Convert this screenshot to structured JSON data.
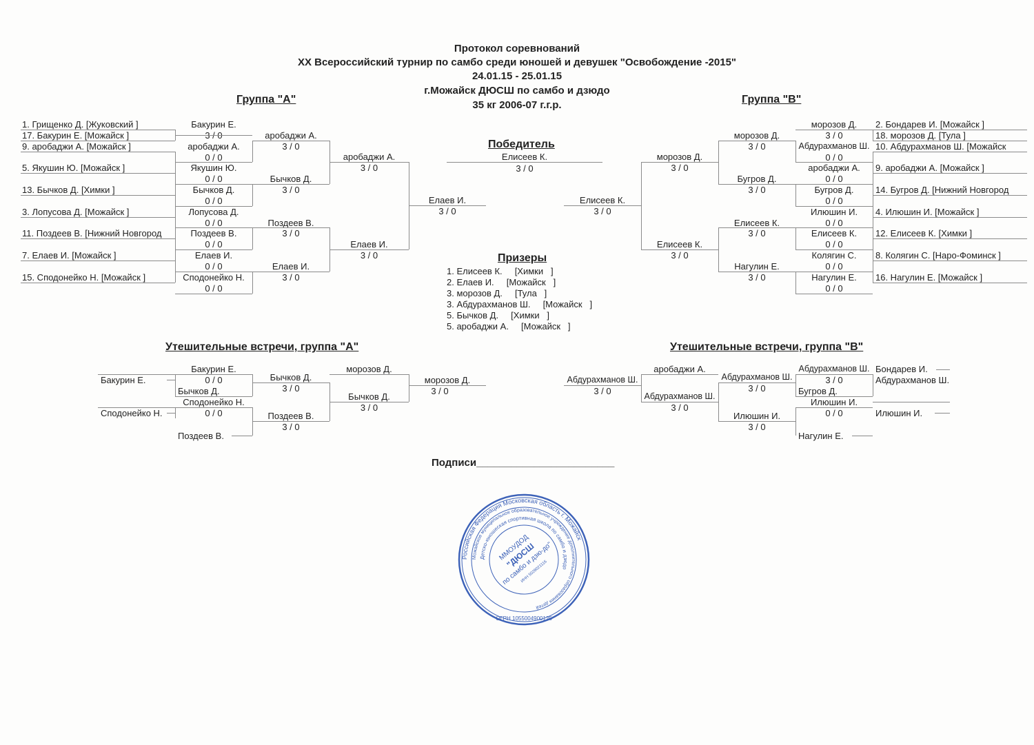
{
  "header": {
    "line1": "Протокол соревнований",
    "line2": "XX Всероссийский турнир по самбо среди юношей и девушек \"Освобождение -2015\"",
    "line3": "24.01.15 - 25.01.15",
    "line4": "г.Можайск ДЮСШ по самбо и дзюдо",
    "line5": "35 кг 2006-07 г.г.р."
  },
  "group_a": {
    "title": "Группа  \"А\"",
    "seeds": [
      "1. Грищенко Д.  [Жуковский   ]",
      "17. Бакурин Е.  [Можайск   ]",
      "9. аробаджи А.  [Можайск   ]",
      "5. Якушин Ю.  [Можайск   ]",
      "13. Бычков Д.  [Химки   ]",
      "3. Лопусова Д.  [Можайск   ]",
      "11. Поздеев В.  [Нижний Новгород",
      "7. Елаев И.  [Можайск   ]",
      "15. Сподонейко Н.  [Можайск   ]"
    ],
    "r1": [
      {
        "winner": "Бакурин Е.",
        "score": "3  /  0"
      },
      {
        "winner": "аробаджи А.",
        "score": "0  /  0"
      },
      {
        "winner": "Якушин Ю.",
        "score": "0  /  0"
      },
      {
        "winner": "Бычков Д.",
        "score": "0  /  0"
      },
      {
        "winner": "Лопусова Д.",
        "score": "0  /  0"
      },
      {
        "winner": "Поздеев В.",
        "score": "0  /  0"
      },
      {
        "winner": "Елаев И.",
        "score": "0  /  0"
      },
      {
        "winner": "Сподонейко Н.",
        "score": "0  /  0"
      }
    ],
    "r2": [
      {
        "winner": "аробаджи А.",
        "score": "3  /  0"
      },
      {
        "winner": "Бычков Д.",
        "score": "3  /  0"
      },
      {
        "winner": "Поздеев В.",
        "score": "3  /  0"
      },
      {
        "winner": "Елаев И.",
        "score": "3  /  0"
      }
    ],
    "r3": [
      {
        "winner": "аробаджи А.",
        "score": "3  /  0"
      },
      {
        "winner": "Елаев И.",
        "score": "3  /  0"
      }
    ],
    "final": {
      "winner": "Елаев И.",
      "score": "3  /  0"
    }
  },
  "group_b": {
    "title": "Группа  \"В\"",
    "seeds": [
      "2. Бондарев И.  [Можайск   ]",
      "18. морозов Д.  [Тула   ]",
      "10. Абдурахманов Ш.  [Можайск",
      "9. аробаджи А.  [Можайск   ]",
      "14. Бугров Д.  [Нижний Новгород",
      "4. Илюшин И.  [Можайск   ]",
      "12. Елисеев К.  [Химки   ]",
      "8. Колягин С.  [Наро-Фоминск   ]",
      "16. Нагулин Е.  [Можайск   ]"
    ],
    "r1": [
      {
        "winner": "морозов Д.",
        "score": "3  /  0"
      },
      {
        "winner": "Абдурахманов Ш.",
        "score": "0  /  0"
      },
      {
        "winner": "аробаджи А.",
        "score": "0  /  0"
      },
      {
        "winner": "Бугров Д.",
        "score": "0  /  0"
      },
      {
        "winner": "Илюшин И.",
        "score": "0  /  0"
      },
      {
        "winner": "Елисеев К.",
        "score": "0  /  0"
      },
      {
        "winner": "Колягин С.",
        "score": "0  /  0"
      },
      {
        "winner": "Нагулин Е.",
        "score": "0  /  0"
      }
    ],
    "r2": [
      {
        "winner": "морозов Д.",
        "score": "3  /  0"
      },
      {
        "winner": "Бугров Д.",
        "score": "3  /  0"
      },
      {
        "winner": "Елисеев К.",
        "score": "3  /  0"
      },
      {
        "winner": "Нагулин Е.",
        "score": "3  /  0"
      }
    ],
    "r3": [
      {
        "winner": "морозов Д.",
        "score": "3  /  0"
      },
      {
        "winner": "Елисеев К.",
        "score": "3  /  0"
      }
    ],
    "final": {
      "winner": "Елисеев К.",
      "score": "3  /  0"
    }
  },
  "winner": {
    "title": "Победитель",
    "name": "Елисеев К.",
    "score": "3  /  0"
  },
  "prizes": {
    "title": "Призеры",
    "items": [
      "1. Елисеев К.     [Химки   ]",
      "2. Елаев И.     [Можайск   ]",
      "3. морозов Д.     [Тула   ]",
      "3. Абдурахманов Ш.     [Можайск   ]",
      "5. Бычков Д.     [Химки   ]",
      "5. аробаджи А.     [Можайск   ]"
    ]
  },
  "consolation_a": {
    "title": "Утешительные встречи, группа \"А\"",
    "entries": [
      "Бакурин Е.",
      "Сподонейко Н."
    ],
    "upper": {
      "top": "Бакурин Е.",
      "score": "0  /  0",
      "bottom": "Бычков Д."
    },
    "lower": {
      "top": "Сподонейко Н.",
      "score": "0  /  0",
      "bottom": "Поздеев В."
    },
    "semi_upper": {
      "winner": "Бычков Д.",
      "score": "3  /  0"
    },
    "semi_lower": {
      "winner": "Поздеев В.",
      "score": "3  /  0"
    },
    "opponent": "морозов Д.",
    "bronze_a": {
      "winner": "Бычков Д.",
      "score": "3  /  0"
    },
    "final": {
      "winner": "морозов Д.",
      "score": "3  /  0"
    }
  },
  "consolation_b": {
    "title": "Утешительные встречи, группа \"В\"",
    "opponent": "аробаджи А.",
    "final": {
      "winner": "Абдурахманов Ш.",
      "score": "3  /  0"
    },
    "bronze_b": {
      "winner": "Абдурахманов Ш.",
      "score": "3  /  0"
    },
    "semi_upper": {
      "winner": "Абдурахманов Ш.",
      "score": "3  /  0"
    },
    "semi_lower": {
      "winner": "Илюшин И.",
      "score": "3  /  0"
    },
    "upper": {
      "top": "Абдурахманов Ш.",
      "score": "3  /  0",
      "bottom": "Бугров Д."
    },
    "lower": {
      "top": "Илюшин И.",
      "score": "0  /  0",
      "bottom": "Нагулин Е."
    },
    "entries": [
      "Бондарев И.",
      "Абдурахманов Ш.",
      "Илюшин И."
    ]
  },
  "signature": {
    "label": "Подписи________________________"
  },
  "stamp": {
    "outer": "Российская Федерация  Московская область  г. Можайск",
    "middle": "Можайское муниципальное образовательное учреждение дополнительного образования детей",
    "inner": "Детско-юношеская спортивная школа по самбо и дзюдо",
    "c1": "ММОУДОД",
    "c2": "\"ДЮСШ",
    "c3": "по самбо и дзю-до\"",
    "inn": "ИНН 5028021116",
    "ogrn": "ОГРН 1055004900125"
  }
}
